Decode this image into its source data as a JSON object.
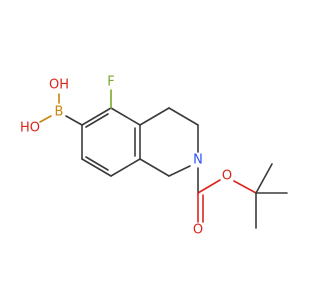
{
  "molecule": {
    "atoms": {
      "boron": "B",
      "hydroxyl_top": "OH",
      "hydroxyl_left": "HO",
      "fluorine": "F",
      "nitrogen": "N",
      "carbonyl_oxygen": "O",
      "ester_oxygen": "O"
    }
  },
  "colors": {
    "bond": "#3a3a3a",
    "oxygen": "#d9261c",
    "boron": "#c9860a",
    "fluorine": "#7aa82a",
    "nitrogen": "#3050f8"
  }
}
